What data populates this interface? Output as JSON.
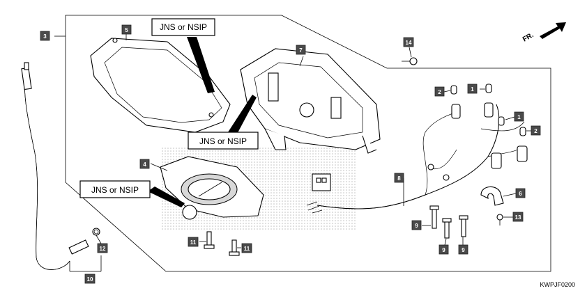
{
  "diagram": {
    "callouts": [
      "JNS or NSIP",
      "JNS or NSIP",
      "JNS or NSIP"
    ],
    "part_numbers": [
      "1",
      "1",
      "2",
      "2",
      "3",
      "4",
      "5",
      "6",
      "7",
      "8",
      "9",
      "9",
      "9",
      "10",
      "11",
      "11",
      "12",
      "13",
      "14"
    ],
    "direction_label": "FR.",
    "figure_code": "KWPJF0200"
  }
}
